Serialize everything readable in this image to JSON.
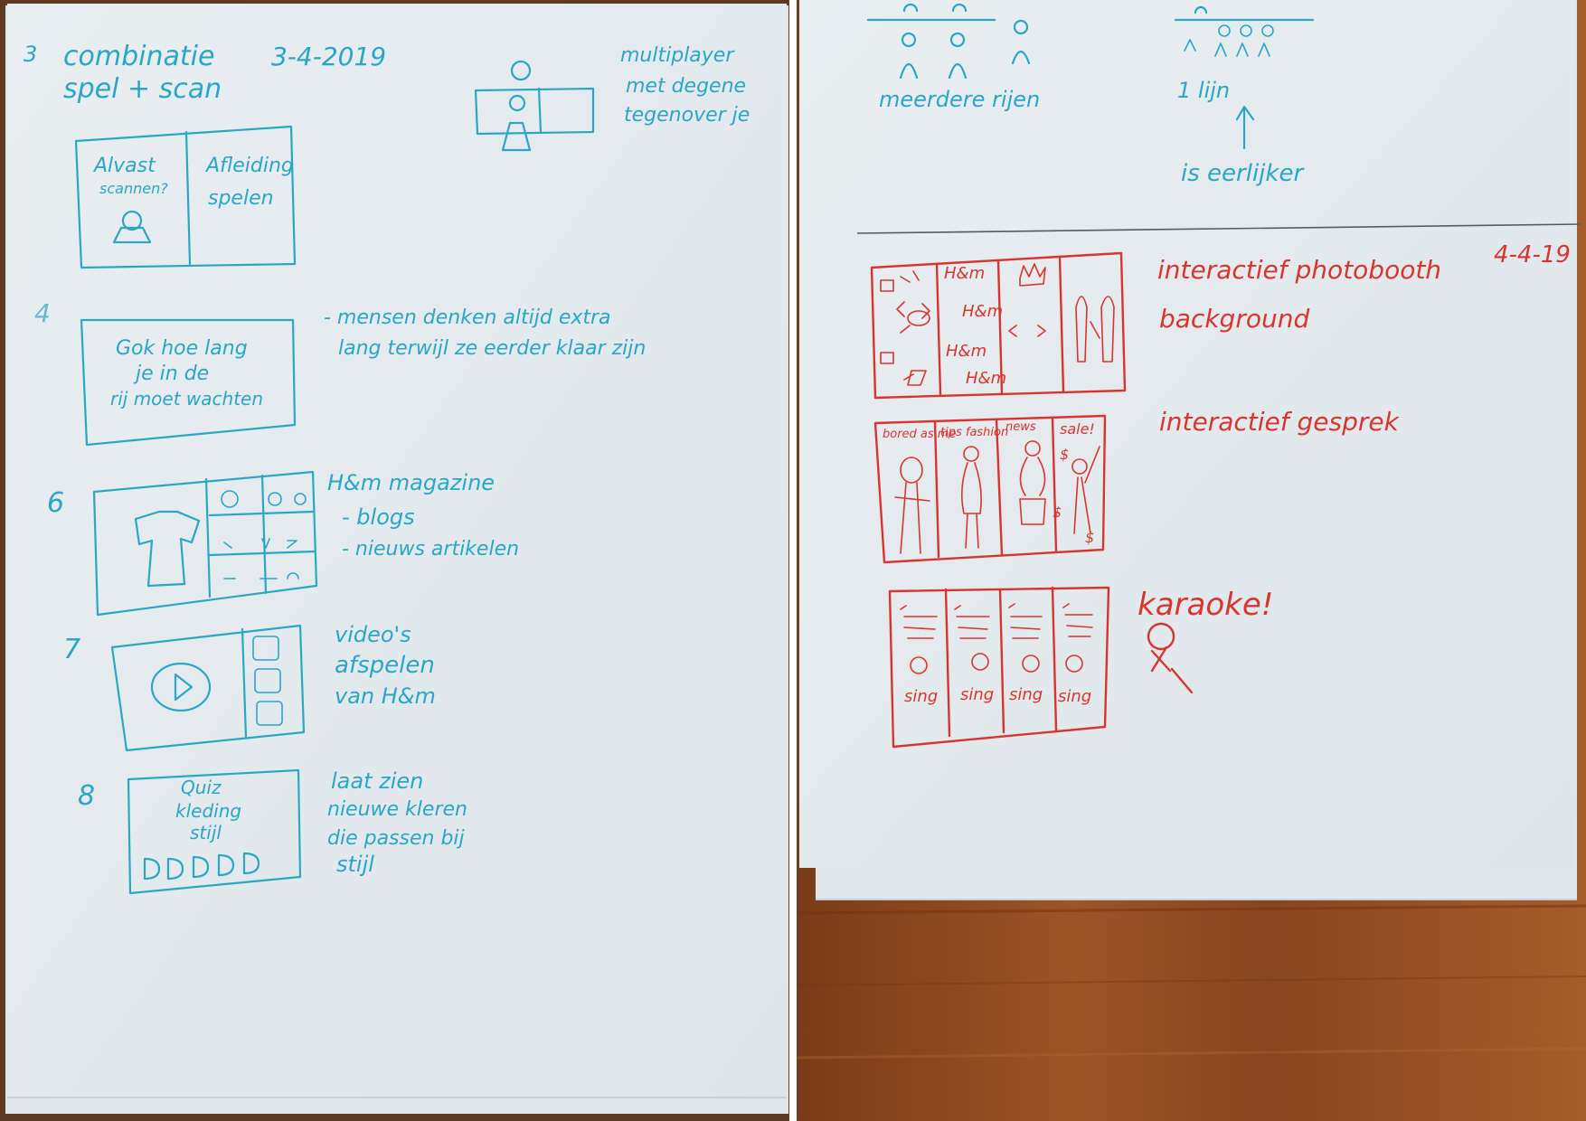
{
  "left_page": {
    "sketch3": {
      "number": "3",
      "title_line1": "combinatie",
      "date": "3-4-2019",
      "title_line2": "spel + scan",
      "left_panel": [
        "Alvast",
        "scannen?"
      ],
      "right_panel": [
        "Afleiding",
        "spelen"
      ],
      "note": [
        "multiplayer",
        "met degene",
        "tegenover je"
      ]
    },
    "sketch4": {
      "number": "4",
      "screen_text": [
        "Gok hoe lang",
        "je in de",
        "rij moet wachten"
      ],
      "note": [
        "- mensen denken altijd extra",
        "lang terwijl ze eerder klaar zijn"
      ]
    },
    "sketch6": {
      "number": "6",
      "note": [
        "H&m magazine",
        "- blogs",
        "- nieuws artikelen"
      ]
    },
    "sketch7": {
      "number": "7",
      "note": [
        "video's",
        "afspelen",
        "van H&m"
      ]
    },
    "sketch8": {
      "number": "8",
      "screen_text": [
        "Quiz",
        "kleding",
        "stijl"
      ],
      "note": [
        "laat zien",
        "nieuwe kleren",
        "die passen bij",
        "stijl"
      ]
    }
  },
  "right_page": {
    "top_left_label": "meerdere rijen",
    "top_right_label": "1 lijn",
    "top_right_note": "is eerlijker",
    "date": "4-4-19",
    "sketch_photobooth": {
      "panel_labels": [
        "H&m",
        "H&m",
        "H&m",
        "H&m"
      ],
      "note": [
        "interactief photobooth",
        "background"
      ]
    },
    "sketch_conversation": {
      "panel_labels": [
        "bored as me",
        "tips fashion",
        "news",
        "sale!"
      ],
      "note": "interactief gesprek"
    },
    "sketch_karaoke": {
      "panel_labels": [
        "sing",
        "sing",
        "sing",
        "sing"
      ],
      "note": "karaoke!"
    }
  },
  "colors": {
    "blue_ink": "#2aa6c6",
    "red_ink": "#d8352f",
    "paper": "#e7edf0",
    "wood": "#8a4a20"
  }
}
